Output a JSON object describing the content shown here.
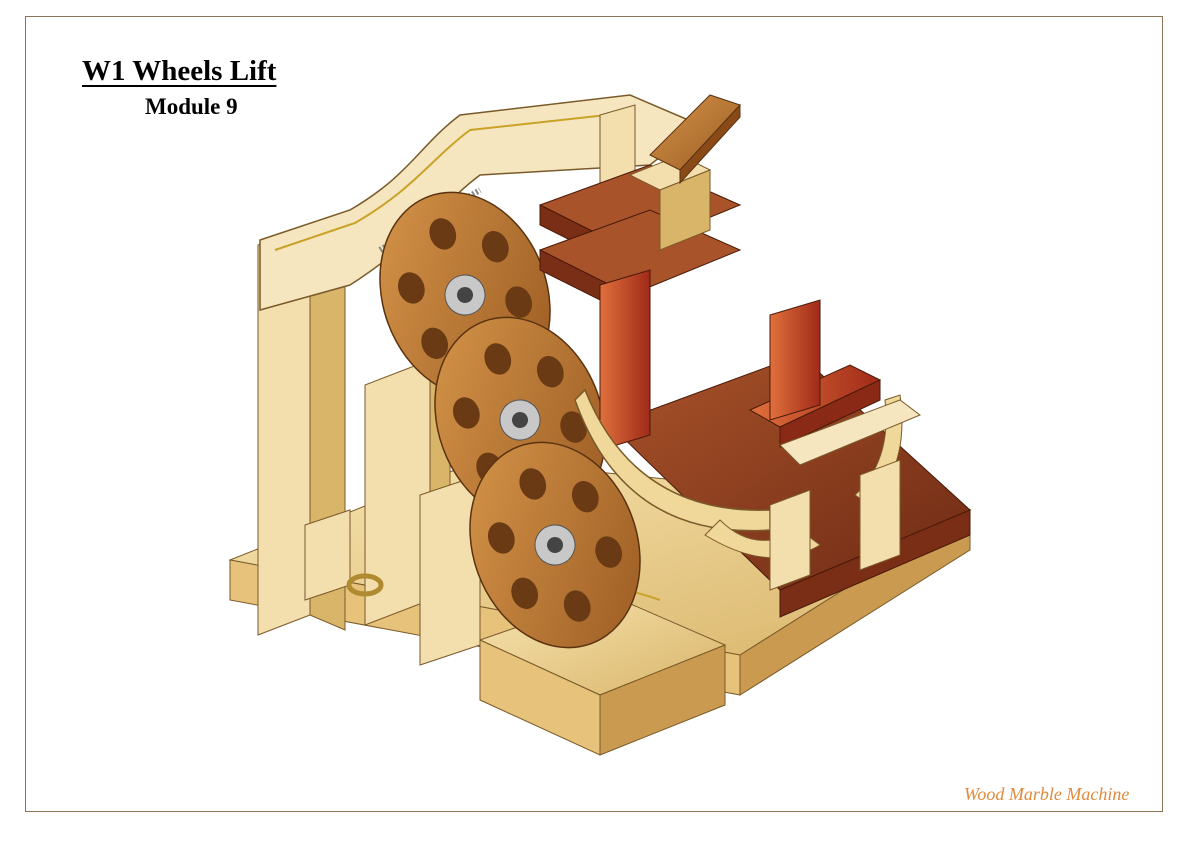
{
  "document": {
    "title": "W1 Wheels Lift",
    "subtitle": "Module 9",
    "brand": "Wood Marble Machine"
  },
  "colors": {
    "border": "#8b7355",
    "brand_text": "#e08a3c",
    "light_wood": "#f0d89a",
    "medium_wood": "#c88a3e",
    "dark_wood": "#8a3a1c",
    "red_wood": "#c0452a",
    "metal": "#b8b8b8",
    "brass": "#c9a227"
  }
}
